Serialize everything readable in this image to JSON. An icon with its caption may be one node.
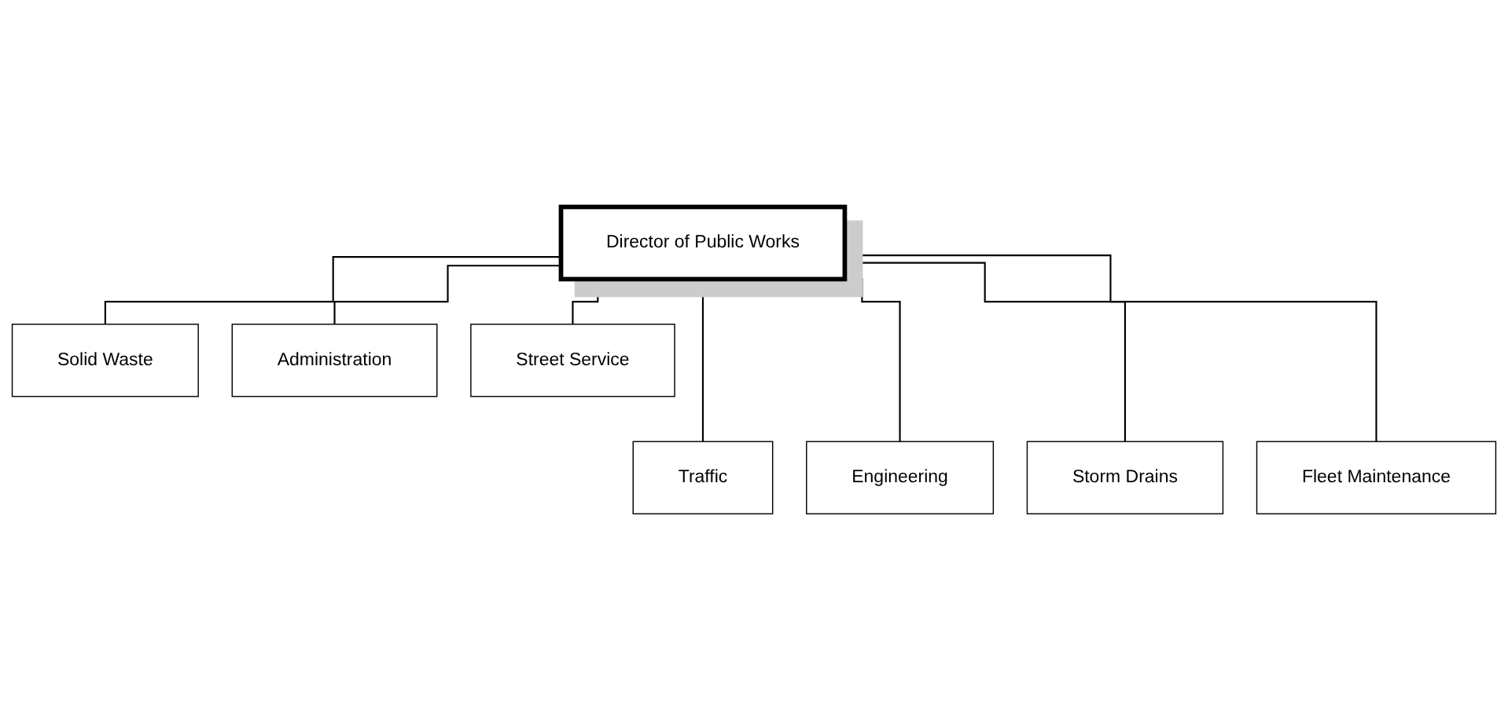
{
  "diagram": {
    "nodes": [
      {
        "text": [
          "Director of Public Works"
        ]
      },
      {
        "text": [
          "Solid Waste"
        ]
      },
      {
        "text": [
          "Administration"
        ]
      },
      {
        "text": [
          "Street Service"
        ]
      },
      {
        "text": [
          "Traffic"
        ]
      },
      {
        "text": [
          "Engineering"
        ]
      },
      {
        "text": [
          "Storm Drains"
        ]
      },
      {
        "text": [
          "Fleet Maintenance"
        ]
      }
    ],
    "edges": [
      {
        "from": 0,
        "to": 4,
        "arrow": "none"
      },
      {
        "from": 0,
        "to": 1,
        "arrow": "none"
      },
      {
        "from": 0,
        "to": 5,
        "arrow": "none"
      },
      {
        "from": 0,
        "to": 2,
        "arrow": "none"
      },
      {
        "from": 0,
        "to": 6,
        "arrow": "none"
      },
      {
        "from": 0,
        "to": 3,
        "arrow": "none"
      },
      {
        "from": 0,
        "to": 7,
        "arrow": "none"
      }
    ]
  }
}
